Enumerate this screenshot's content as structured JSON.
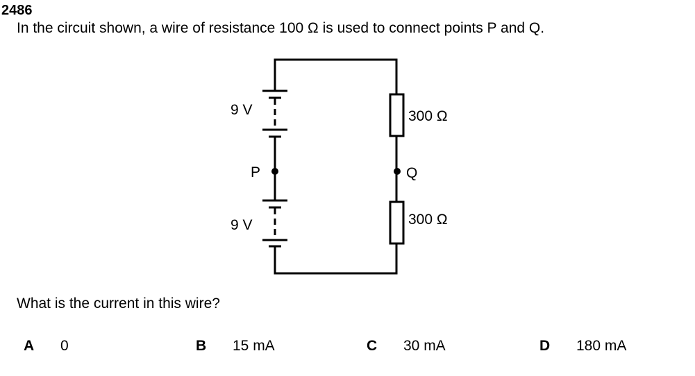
{
  "question_number": "2486",
  "stem": "In the circuit shown, a wire of resistance 100 Ω is used to connect points P and Q.",
  "circuit": {
    "battery_top_label": "9 V",
    "battery_bottom_label": "9 V",
    "node_left_label": "P",
    "node_right_label": "Q",
    "resistor_top_label": "300 Ω",
    "resistor_bottom_label": "300 Ω"
  },
  "question": "What is the current in this wire?",
  "options": [
    {
      "letter": "A",
      "value": "0"
    },
    {
      "letter": "B",
      "value": "15 mA"
    },
    {
      "letter": "C",
      "value": "30 mA"
    },
    {
      "letter": "D",
      "value": "180 mA"
    }
  ]
}
